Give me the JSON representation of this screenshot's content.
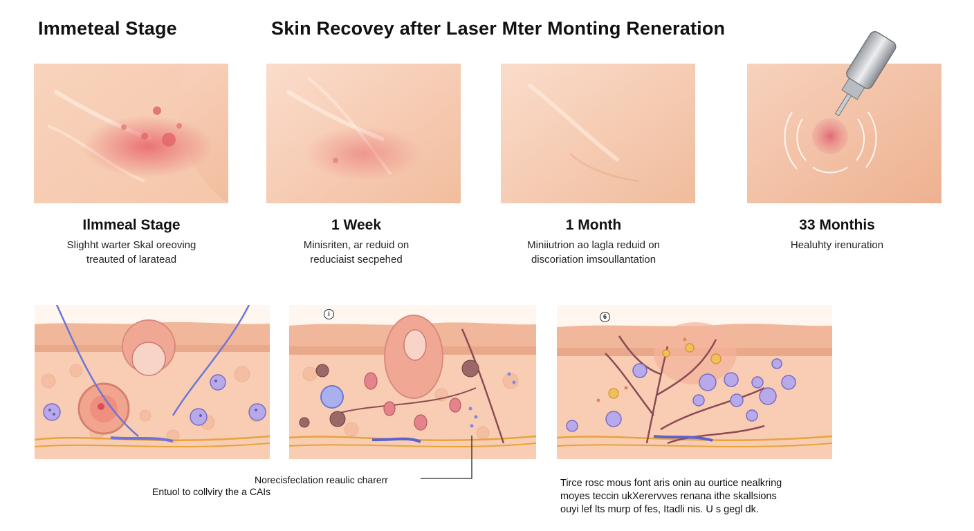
{
  "header": {
    "left_title": "Immeteal Stage",
    "main_title": "Skin Recovey after Laser Mter Monting Reneration"
  },
  "stages": [
    {
      "title": "Ilmmeal Stage",
      "lines": [
        "Slighht warter Skal oreoving",
        "treauted of laratead"
      ]
    },
    {
      "title": "1 Week",
      "lines": [
        "Minisriten, ar reduid on",
        "reduciaist secpehed"
      ]
    },
    {
      "title": "1 Month",
      "lines": [
        "Miniiutrion ao lagla reduid on",
        "discoriation imsoullantation"
      ]
    },
    {
      "title": "33 Monthis",
      "lines": [
        "Healuhty irenuration"
      ]
    }
  ],
  "cross_sections": [
    {
      "marker": ""
    },
    {
      "marker": "i"
    },
    {
      "marker": "6"
    }
  ],
  "notes": {
    "callout": "Norecisfeclation reaulic charerr",
    "left": "Entuol to collviry the a CAIs",
    "right_lines": [
      "Tirce rosc mous font aris onin au ourtice nealkring",
      "moyes teccin ukXerervves renana ithe skallsions",
      "ouyi lef lts murp  of fes, Itadli nis. U s gegl dk."
    ]
  },
  "colors": {
    "skin_light": "#fbe1cf",
    "skin_mid": "#f3bfa0",
    "redness": "#e8636a",
    "vessel_blue": "#6e74d6",
    "fiber_orange": "#e6a43b",
    "cell_purple": "#b7a9ea"
  }
}
